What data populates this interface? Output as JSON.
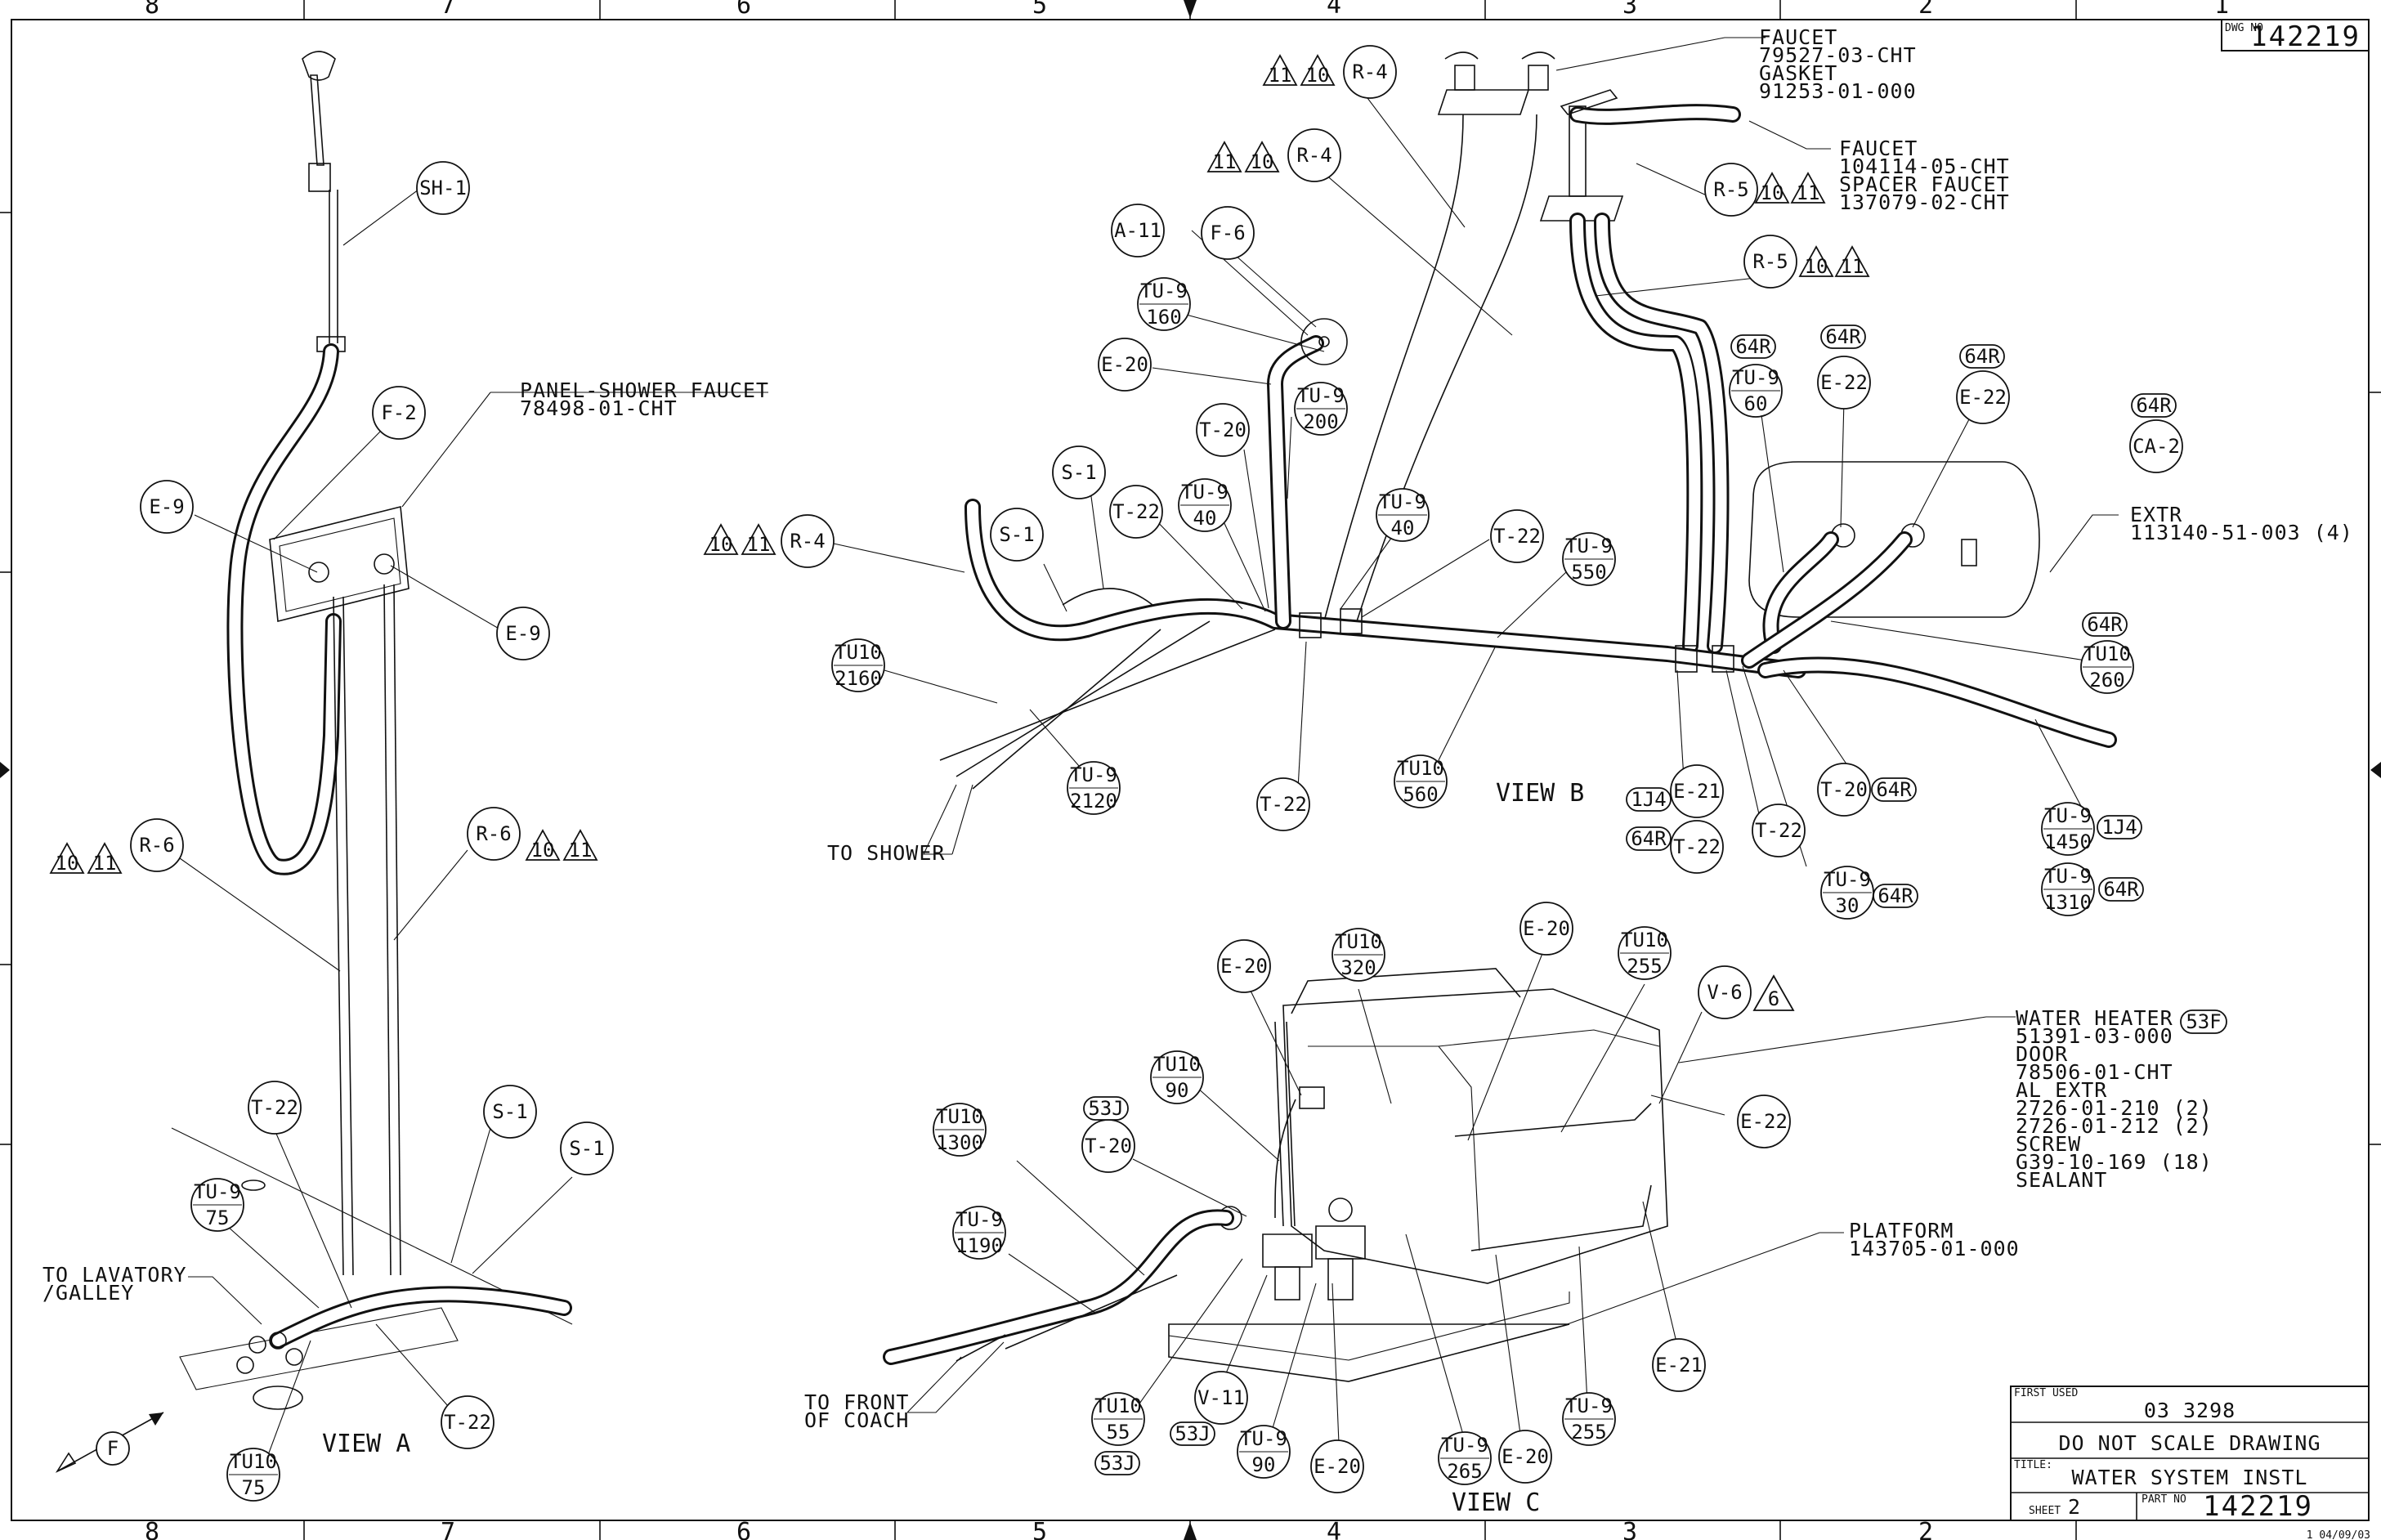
{
  "drawing_number": "142219",
  "dwg_no_label": "DWG NO",
  "title_block": {
    "first_used_label": "FIRST USED",
    "first_used": "03 3298",
    "note": "DO NOT SCALE DRAWING",
    "title_label": "TITLE:",
    "title": "WATER SYSTEM INSTL",
    "sheet_label": "SHEET",
    "sheet": "2",
    "part_no_label": "PART NO",
    "part_no": "142219",
    "date": "1 04/09/03"
  },
  "zone_numbers": [
    "8",
    "7",
    "6",
    "5",
    "4",
    "3",
    "2",
    "1"
  ],
  "views": {
    "a": "VIEW A",
    "b": "VIEW B",
    "c": "VIEW C"
  },
  "callouts": {
    "panel_shower": [
      "PANEL-SHOWER FAUCET",
      "78498-01-CHT"
    ],
    "faucet_1": [
      "FAUCET",
      "79527-03-CHT",
      "GASKET",
      "91253-01-000"
    ],
    "faucet_2": [
      "FAUCET",
      "104114-05-CHT",
      "SPACER FAUCET",
      "137079-02-CHT"
    ],
    "extr": [
      "EXTR",
      "113140-51-003 (4)"
    ],
    "water_heater": [
      "WATER HEATER",
      "51391-03-000",
      "DOOR",
      "78506-01-CHT",
      "AL EXTR",
      "2726-01-210 (2)",
      "2726-01-212 (2)",
      "SCREW",
      "G39-10-169 (18)",
      "SEALANT"
    ],
    "water_heater_tag": "53F",
    "platform": [
      "PLATFORM",
      "143705-01-000"
    ],
    "to_lavatory": [
      "TO LAVATORY",
      "/GALLEY"
    ],
    "to_shower": "TO SHOWER",
    "to_front": [
      "TO FRONT",
      "OF COACH"
    ]
  },
  "bubbles": {
    "sh1": "SH-1",
    "f2": "F-2",
    "e9": "E-9",
    "r6": "R-6",
    "t22": "T-22",
    "s1": "S-1",
    "tu9": "TU-9",
    "tu10": "TU10",
    "r4": "R-4",
    "a11": "A-11",
    "f6": "F-6",
    "e20": "E-20",
    "t20": "T-20",
    "r5": "R-5",
    "e22": "E-22",
    "ca2": "CA-2",
    "e21": "E-21",
    "v6": "V-6",
    "v11": "V-11",
    "f": "F",
    "n75": "75",
    "n160": "160",
    "n200": "200",
    "n40": "40",
    "n550": "550",
    "n2160": "2160",
    "n2120": "2120",
    "n560": "560",
    "n60": "60",
    "n260": "260",
    "n30": "30",
    "n1450": "1450",
    "n1310": "1310",
    "n320": "320",
    "n255": "255",
    "n90": "90",
    "n1300": "1300",
    "n1190": "1190",
    "n55": "55",
    "n265": "265"
  },
  "flags": {
    "f10": "10",
    "f11": "11",
    "f6": "6"
  },
  "tags": {
    "t64r": "64R",
    "t1j4": "1J4",
    "t53j": "53J"
  }
}
